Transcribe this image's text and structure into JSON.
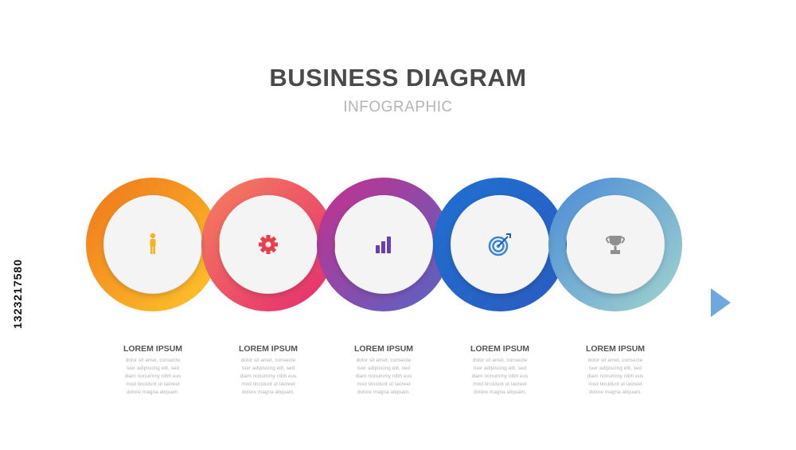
{
  "header": {
    "title": "BUSINESS DIAGRAM",
    "subtitle": "INFOGRAPHIC"
  },
  "steps": [
    {
      "title": "LOREM IPSUM",
      "lines": [
        "dolor sit amet, consecte",
        "tuer adipiscing elit, sed",
        "diam nonummy nibh eus",
        "mod tincidunt ut laoreet",
        "dolore magna aliquam."
      ],
      "icon": "person-icon",
      "color_start": "#f07a1c",
      "color_end": "#fdc22a",
      "icon_color": "#f7b21e"
    },
    {
      "title": "LOREM IPSUM",
      "lines": [
        "dolor sit amet, consecte",
        "tuer adipiscing elit, sed",
        "diam nonummy nibh eus",
        "mod tincidunt ut laoreet",
        "dolore magna aliquam."
      ],
      "icon": "gear-icon",
      "color_start": "#f47b5e",
      "color_end": "#e5306f",
      "icon_color": "#ec3d4e"
    },
    {
      "title": "LOREM IPSUM",
      "lines": [
        "dolor sit amet, consecte",
        "tuer adipiscing elit, sed",
        "diam nonummy nibh eus",
        "mod tincidunt ut laoreet",
        "dolore magna aliquam."
      ],
      "icon": "bar-chart-icon",
      "color_start": "#c0328f",
      "color_end": "#5b62c2",
      "icon_color": "#6a3fb0"
    },
    {
      "title": "LOREM IPSUM",
      "lines": [
        "dolor sit amet, consecte",
        "tuer adipiscing elit, sed",
        "diam nonummy nibh eus",
        "mod tincidunt ut laoreet",
        "dolore magna aliquam."
      ],
      "icon": "target-icon",
      "color_start": "#1f6fcf",
      "color_end": "#2a5cc0",
      "icon_color": "#3a86d6"
    },
    {
      "title": "LOREM IPSUM",
      "lines": [
        "dolor sit amet, consecte",
        "tuer adipiscing elit, sed",
        "diam nonummy nibh eus",
        "mod tincidunt ut laoreet",
        "dolore magna aliquam."
      ],
      "icon": "trophy-icon",
      "color_start": "#4f8fd6",
      "color_end": "#9cd0cf",
      "icon_color": "#8f8f8f"
    }
  ],
  "side_id": "1323217580",
  "colors": {
    "start_line": "#f8a823",
    "end_arrow": "#6fa8dc"
  }
}
